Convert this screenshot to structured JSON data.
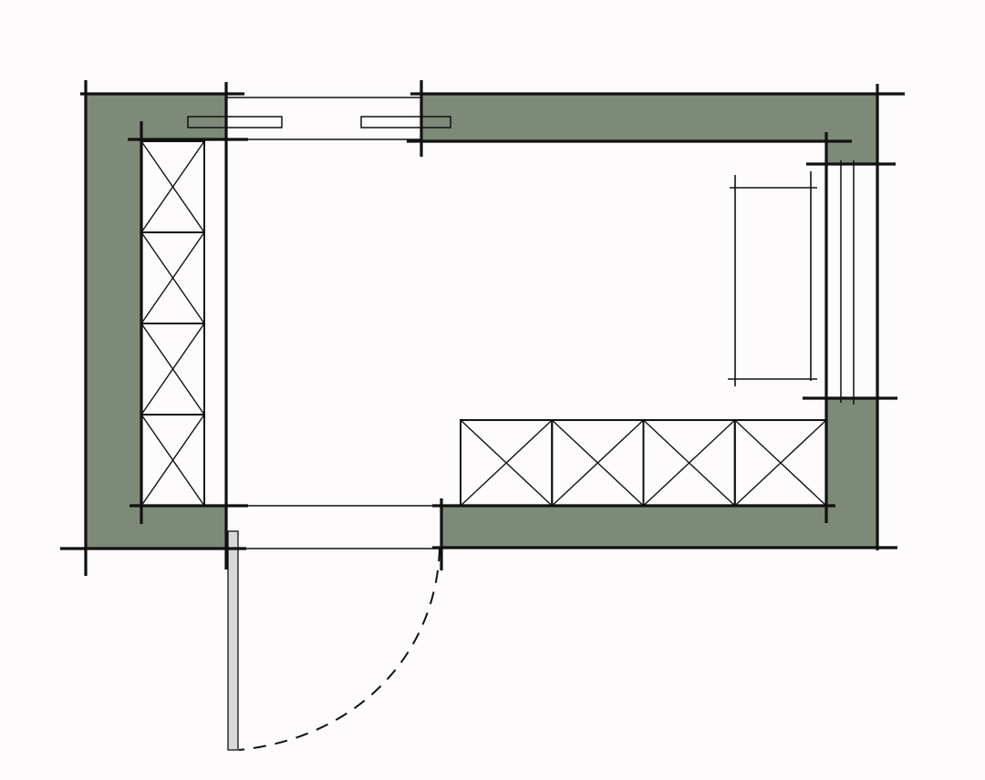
{
  "colors": {
    "background": "#fdfbfc",
    "wall_fill": "#7d8a78",
    "line": "#111111",
    "door_leaf": "#d9d9d9"
  },
  "plan": {
    "storage_left_cells": 4,
    "storage_bottom_cells": 4,
    "window_top_panes": 2,
    "door_swing": "dashed-arc"
  }
}
